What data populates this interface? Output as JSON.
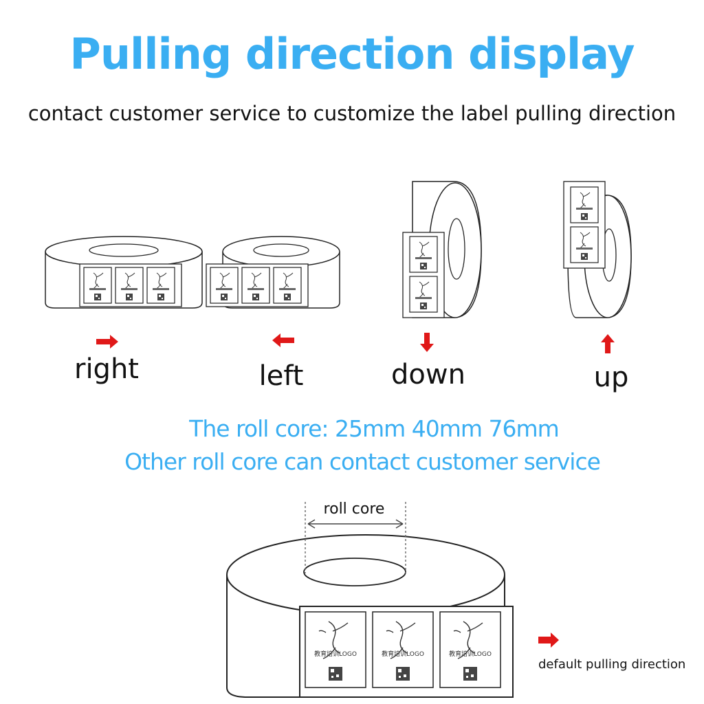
{
  "header": {
    "title": "Pulling direction display",
    "subtitle": "contact customer service to customize the label pulling direction"
  },
  "directions": [
    {
      "label": "right",
      "arrow": "arrow-right-icon"
    },
    {
      "label": "left",
      "arrow": "arrow-left-icon"
    },
    {
      "label": "down",
      "arrow": "arrow-down-icon"
    },
    {
      "label": "up",
      "arrow": "arrow-up-icon"
    }
  ],
  "notes": {
    "core_sizes": "The roll core: 25mm 40mm 76mm",
    "other_core": "Other roll core can contact customer service"
  },
  "bottom": {
    "core_label": "roll core",
    "default_label": "default pulling direction",
    "label_logo_text": "教育培训LOGO"
  },
  "colors": {
    "accent_blue": "#3aaef2",
    "arrow_red": "#e01818",
    "line": "#222222"
  }
}
